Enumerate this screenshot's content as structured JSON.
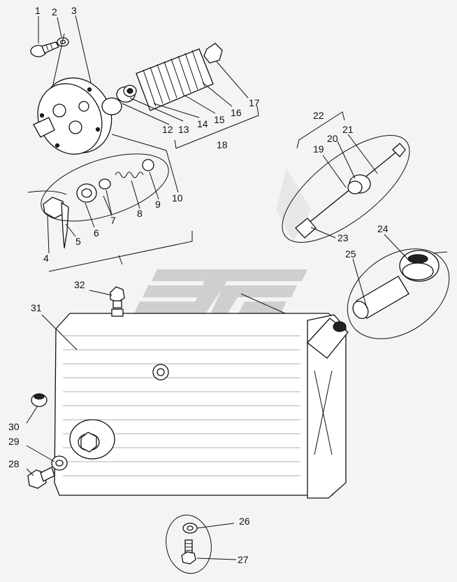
{
  "callouts": [
    {
      "id": "c1",
      "label": "1"
    },
    {
      "id": "c2",
      "label": "2"
    },
    {
      "id": "c3",
      "label": "3"
    },
    {
      "id": "c4",
      "label": "4"
    },
    {
      "id": "c5",
      "label": "5"
    },
    {
      "id": "c6",
      "label": "6"
    },
    {
      "id": "c7",
      "label": "7"
    },
    {
      "id": "c8",
      "label": "8"
    },
    {
      "id": "c9",
      "label": "9"
    },
    {
      "id": "c10",
      "label": "10"
    },
    {
      "id": "c12",
      "label": "12"
    },
    {
      "id": "c13",
      "label": "13"
    },
    {
      "id": "c14",
      "label": "14"
    },
    {
      "id": "c15",
      "label": "15"
    },
    {
      "id": "c16",
      "label": "16"
    },
    {
      "id": "c17",
      "label": "17"
    },
    {
      "id": "c18",
      "label": "18"
    },
    {
      "id": "c19",
      "label": "19"
    },
    {
      "id": "c20",
      "label": "20"
    },
    {
      "id": "c21",
      "label": "21"
    },
    {
      "id": "c22",
      "label": "22"
    },
    {
      "id": "c23",
      "label": "23"
    },
    {
      "id": "c24",
      "label": "24"
    },
    {
      "id": "c25",
      "label": "25"
    },
    {
      "id": "c26",
      "label": "26"
    },
    {
      "id": "c27",
      "label": "27"
    },
    {
      "id": "c28",
      "label": "28"
    },
    {
      "id": "c29",
      "label": "29"
    },
    {
      "id": "c30",
      "label": "30"
    },
    {
      "id": "c31",
      "label": "31"
    },
    {
      "id": "c32",
      "label": "32"
    }
  ],
  "colors": {
    "line": "#111111",
    "watermark": "#c8c8c8",
    "background": "#f4f4f4"
  },
  "icons": {
    "watermark": "brand-logo-watermark"
  }
}
